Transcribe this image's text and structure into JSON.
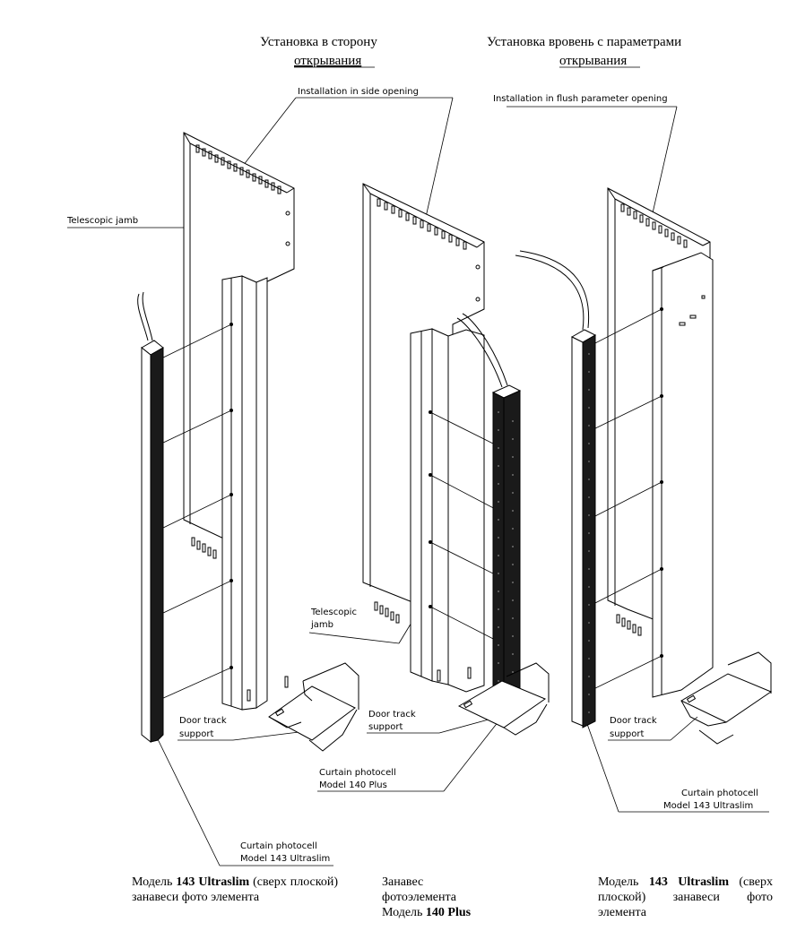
{
  "headings": {
    "left_ru_line1": "Установка в сторону",
    "left_ru_line2": "открывания",
    "right_ru_line1": "Установка вровень с параметрами",
    "right_ru_line2": "открывания"
  },
  "labels": {
    "installation_side": "Installation in side opening",
    "installation_flush": "Installation in flush parameter opening",
    "telescopic_jamb_1": "Telescopic jamb",
    "telescopic_jamb_2_line1": "Telescopic",
    "telescopic_jamb_2_line2": "jamb",
    "door_track_1_line1": "Door track",
    "door_track_1_line2": "support",
    "door_track_2_line1": "Door  track",
    "door_track_2_line2": "support",
    "door_track_3_line1": "Door track",
    "door_track_3_line2": "support",
    "curtain_140_line1": "Curtain photocell",
    "curtain_140_line2": "Model 140 Plus",
    "curtain_143_left_line1": "Curtain photocell",
    "curtain_143_left_line2": "Model 143 Ultraslim",
    "curtain_143_right_line1": "Curtain photocell",
    "curtain_143_right_line2": "Model 143 Ultraslim"
  },
  "captions": {
    "left": {
      "pre": "Модель ",
      "bold": "143 Ultraslim",
      "post": " (сверх плоской) занавеси фото элемента"
    },
    "middle": {
      "line1": "Занавес",
      "line2": "фотоэлемента",
      "pre3": "Модель ",
      "bold3": "140 Plus"
    },
    "right": {
      "pre": "Модель ",
      "bold": "143 Ultraslim",
      "post": " (сверх плоской) занавеси фото элемента"
    }
  }
}
